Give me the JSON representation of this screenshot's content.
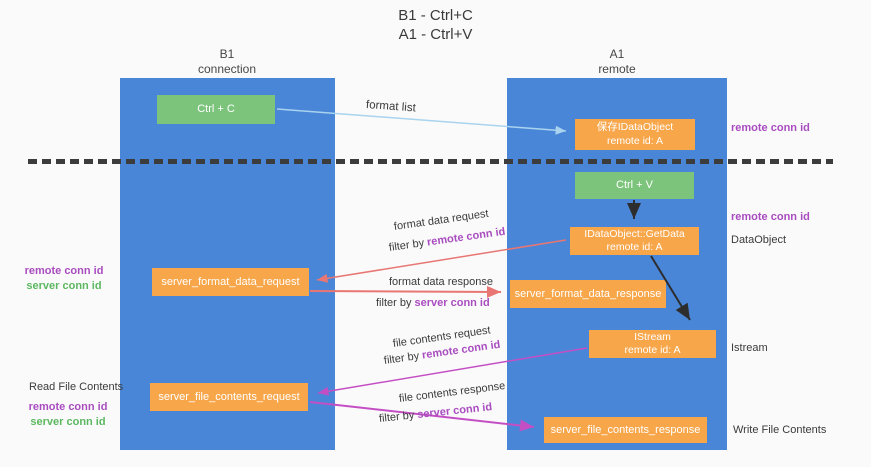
{
  "title": {
    "line1": "B1 - Ctrl+C",
    "line2": "A1 - Ctrl+V"
  },
  "columns": {
    "left": {
      "name": "B1",
      "subtitle": "connection"
    },
    "right": {
      "name": "A1",
      "subtitle": "remote"
    }
  },
  "boxes": {
    "ctrl_c": {
      "label": "Ctrl + C"
    },
    "save_idataobject": {
      "line1": "保存IDataObject",
      "line2": "remote id: A"
    },
    "ctrl_v": {
      "label": "Ctrl + V"
    },
    "getdata": {
      "line1": "IDataObject::GetData",
      "line2": "remote id: A"
    },
    "format_request": {
      "label": "server_format_data_request"
    },
    "format_response": {
      "label": "server_format_data_response"
    },
    "istream": {
      "line1": "IStream",
      "line2": "remote id: A"
    },
    "file_request": {
      "label": "server_file_contents_request"
    },
    "file_response": {
      "label": "server_file_contents_response"
    }
  },
  "flow_labels": {
    "format_list": "format list",
    "format_data_request": "format data request",
    "format_data_response": "format data response",
    "file_contents_request": "file contents request",
    "file_contents_response": "file contents response",
    "filter_by": "filter by ",
    "remote_conn_id": "remote conn id",
    "server_conn_id": "server conn id"
  },
  "side_labels": {
    "remote_conn_id": "remote conn id",
    "server_conn_id": "server conn id",
    "dataobject": "DataObject",
    "istream": "Istream",
    "read_file_contents": "Read File Contents",
    "write_file_contents": "Write File Contents"
  },
  "colors": {
    "column_blue": "#4a86d8",
    "box_green": "#7cc47c",
    "box_orange": "#f7a64a",
    "arrow_light_blue": "#a9d3ee",
    "arrow_black": "#2d2d2d",
    "arrow_salmon": "#e87672",
    "arrow_magenta": "#c44fc4",
    "text_purple": "#a94cc0",
    "text_green": "#5cb860",
    "text_dark": "#3a3a3a"
  }
}
